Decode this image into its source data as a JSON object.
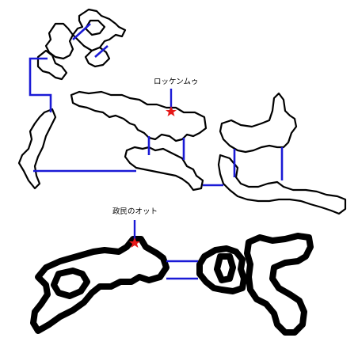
{
  "labels": {
    "upper_marker": "ロッケンムゥ",
    "lower_marker": "政民のオット"
  },
  "colors": {
    "wall": "#000000",
    "connector": "#1a1ad6",
    "marker": "#e51818",
    "background": "#ffffff"
  },
  "icons": {
    "marker": "red-star",
    "connector": "blue-line"
  }
}
